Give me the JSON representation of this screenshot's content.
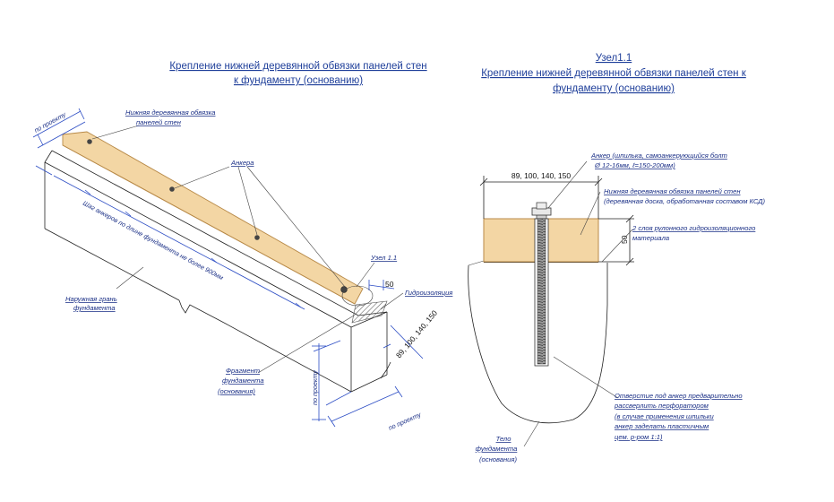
{
  "left": {
    "title_line1": "Крепление нижней деревянной обвязки панелей стен",
    "title_line2": "к фундаменту (основанию)",
    "label_plate_1": "Нижняя деревянная обвязка",
    "label_plate_2": "панелей стен",
    "label_anchors": "Анкера",
    "label_outer_face_1": "Наружная грань",
    "label_outer_face_2": "фундамента",
    "label_fragment_1": "Фрагмент",
    "label_fragment_2": "фундамента",
    "label_fragment_3": "(основания)",
    "label_node": "Узел 1.1",
    "label_waterproofing": "Гидроизоляция",
    "dim_by_project_top": "по проекту",
    "dim_anchor_step_1": "Шаг анкеров по длине фундамента не более 900мм",
    "dim_50": "50",
    "dim_widths": "89, 100, 140, 150",
    "dim_by_project_vertical": "по проекту",
    "dim_by_project_bottom": "по проекту"
  },
  "right": {
    "title_node": "Узел1.1",
    "title_line1": "Крепление нижней деревянной обвязки панелей стен к",
    "title_line2": "фундаменту (основанию)",
    "dim_widths": "89, 100, 140, 150",
    "dim_50": "50",
    "label_anchor_1": "Анкер (шпилька, самоанкерующийся болт",
    "label_anchor_2": "Ø 12-16мм, ℓ=150-200мм)",
    "label_plate_1": "Нижняя деревянная обвязка панелей стен",
    "label_plate_2": "(деревянная доска, обработанная составом КСД)",
    "label_wp_1": "2 слоя рулонного гидроизоляционного",
    "label_wp_2": "материала",
    "label_hole_1": "Отверстие под анкер предварительно",
    "label_hole_2": "рассверлить перфоратором",
    "label_hole_3": "(в случае применения шпильки",
    "label_hole_4": "анкер заделать пластичным",
    "label_hole_5": "цем. р-ром 1:1)",
    "label_body_1": "Тело",
    "label_body_2": "фундамента",
    "label_body_3": "(основания)"
  },
  "colors": {
    "wood": "#f3d6a4",
    "wood_edge": "#b88a48",
    "title_blue": "#1f3f9a",
    "dim_blue": "#2b4cc4"
  }
}
